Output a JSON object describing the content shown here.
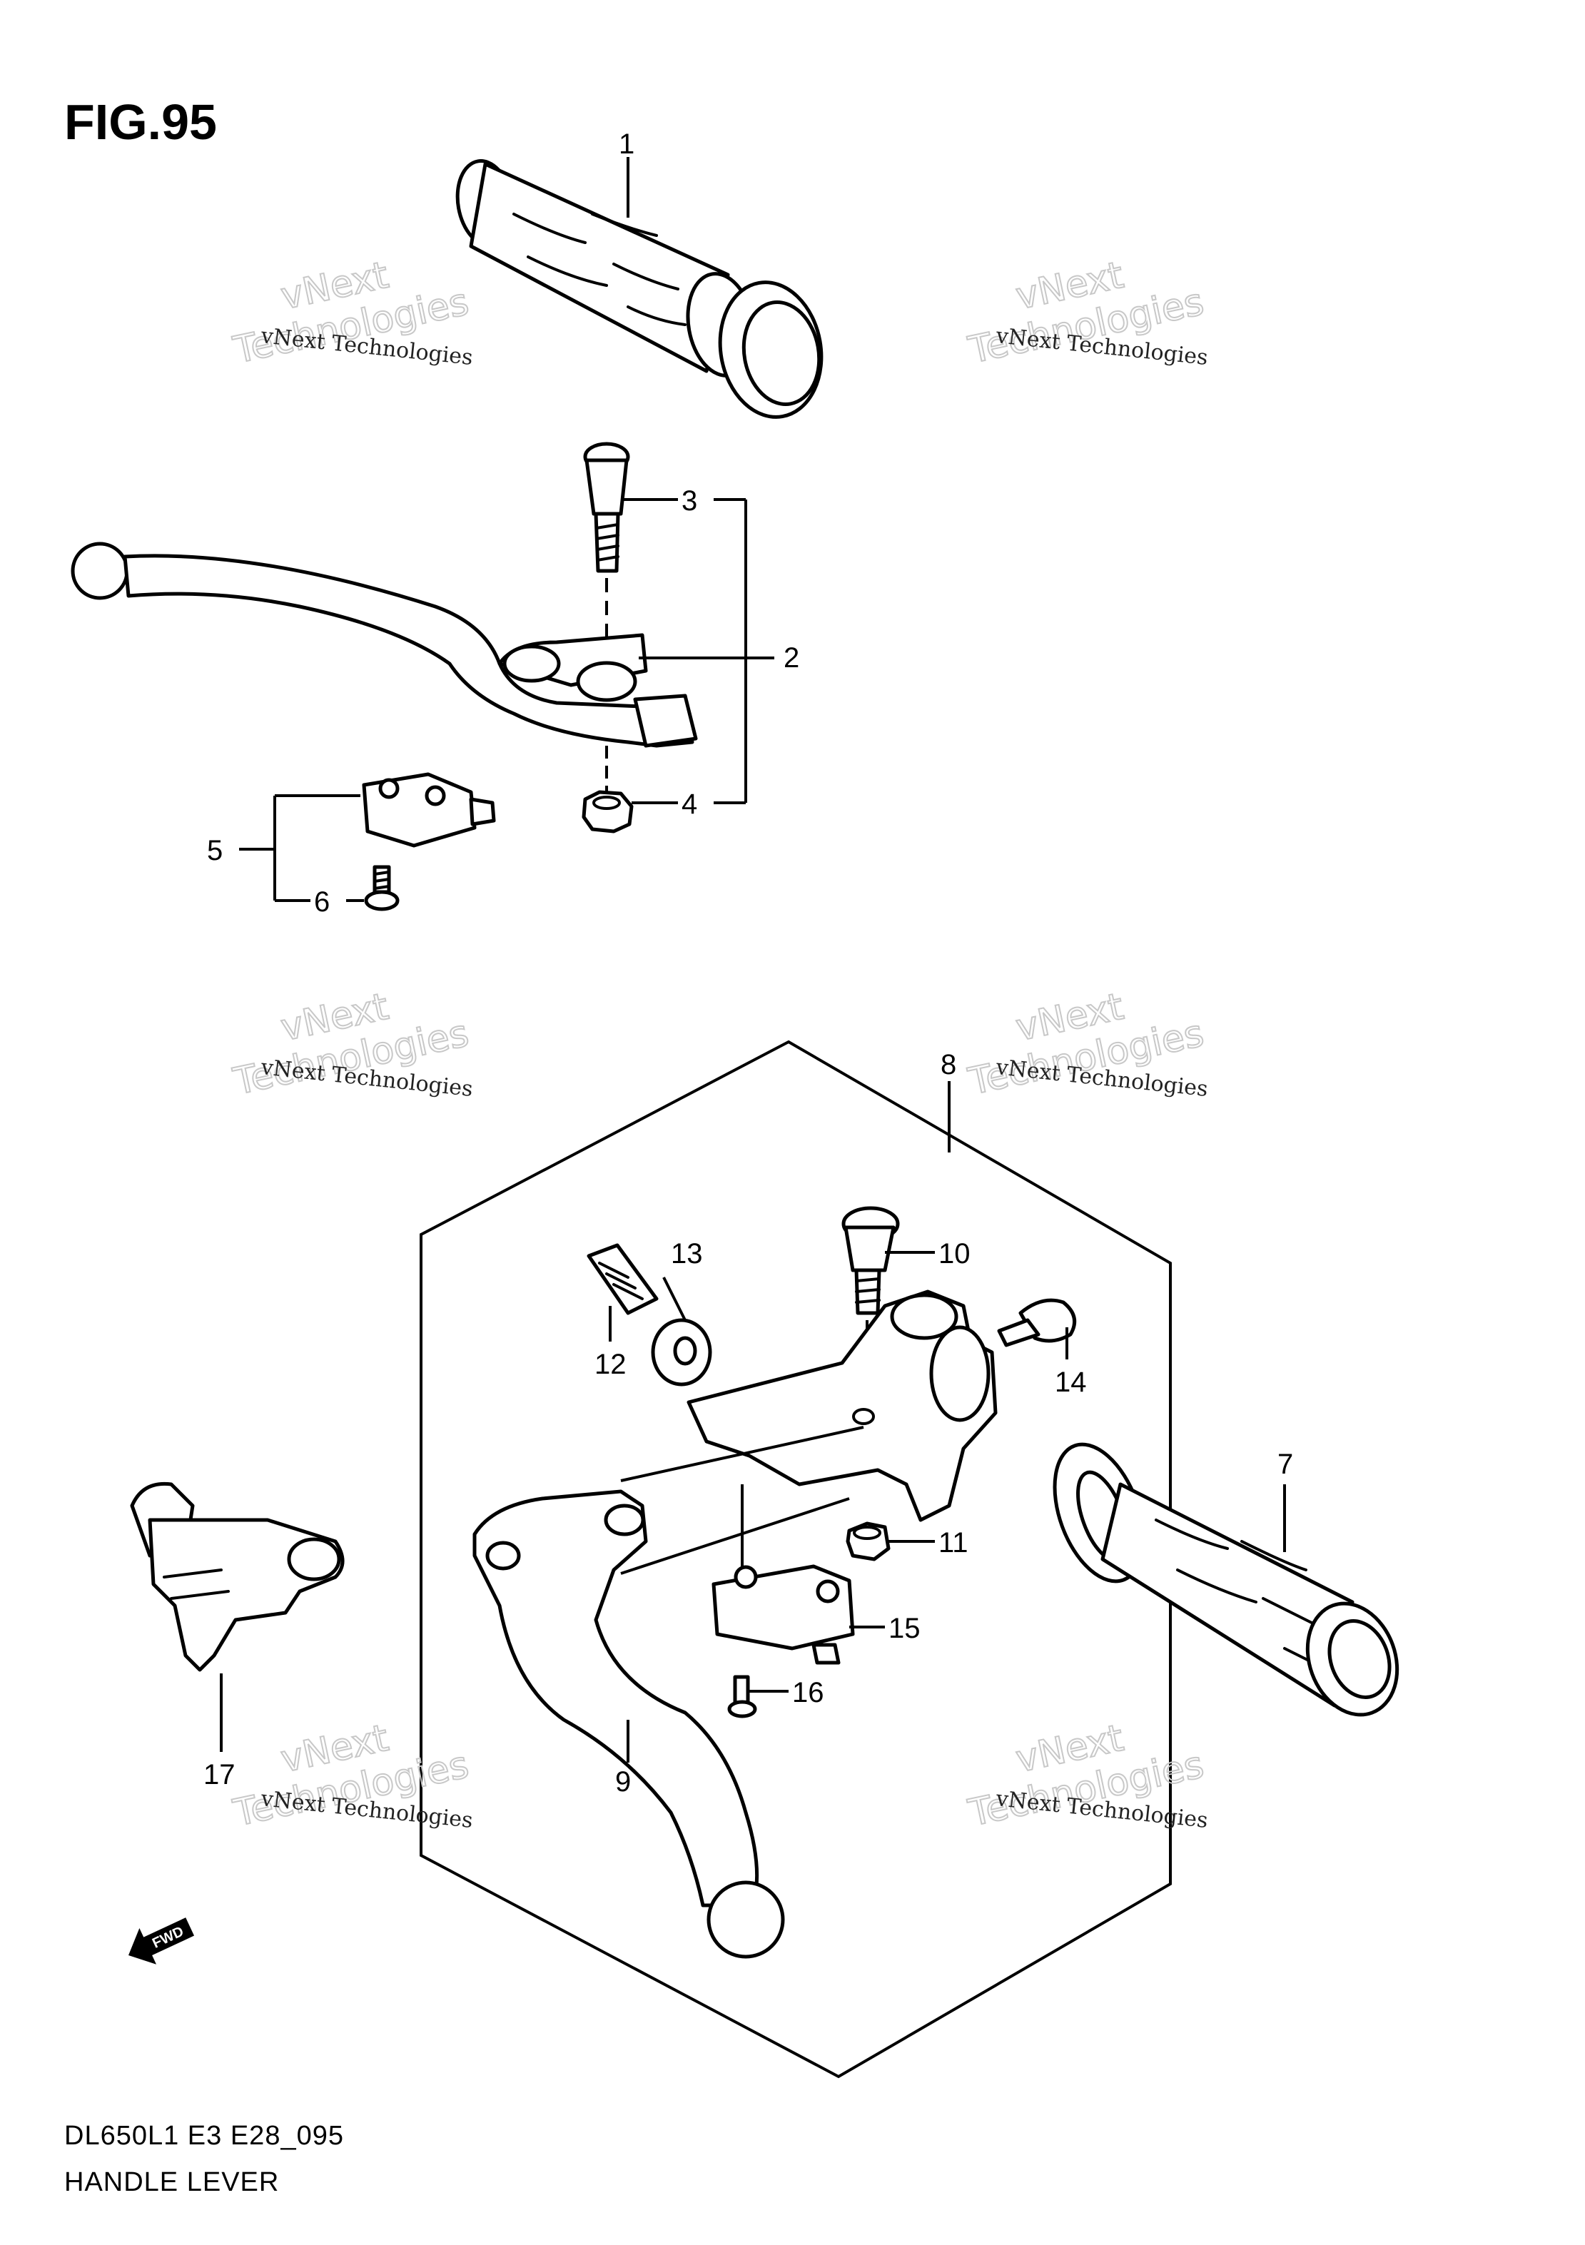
{
  "figure": {
    "title": "FIG.95"
  },
  "footer": {
    "model_code": "DL650L1 E3 E28_095",
    "caption": "HANDLE LEVER"
  },
  "watermark": {
    "line1": "vNext Technologies",
    "line2a": "vNext",
    "line2b": "Technologies"
  },
  "fwd_label": "FWD",
  "callouts": [
    "1",
    "2",
    "3",
    "4",
    "5",
    "6",
    "7",
    "8",
    "9",
    "10",
    "11",
    "12",
    "13",
    "14",
    "15",
    "16",
    "17"
  ],
  "colors": {
    "ink": "#000000",
    "paper": "#ffffff",
    "watermark": "#c8c8c8"
  }
}
